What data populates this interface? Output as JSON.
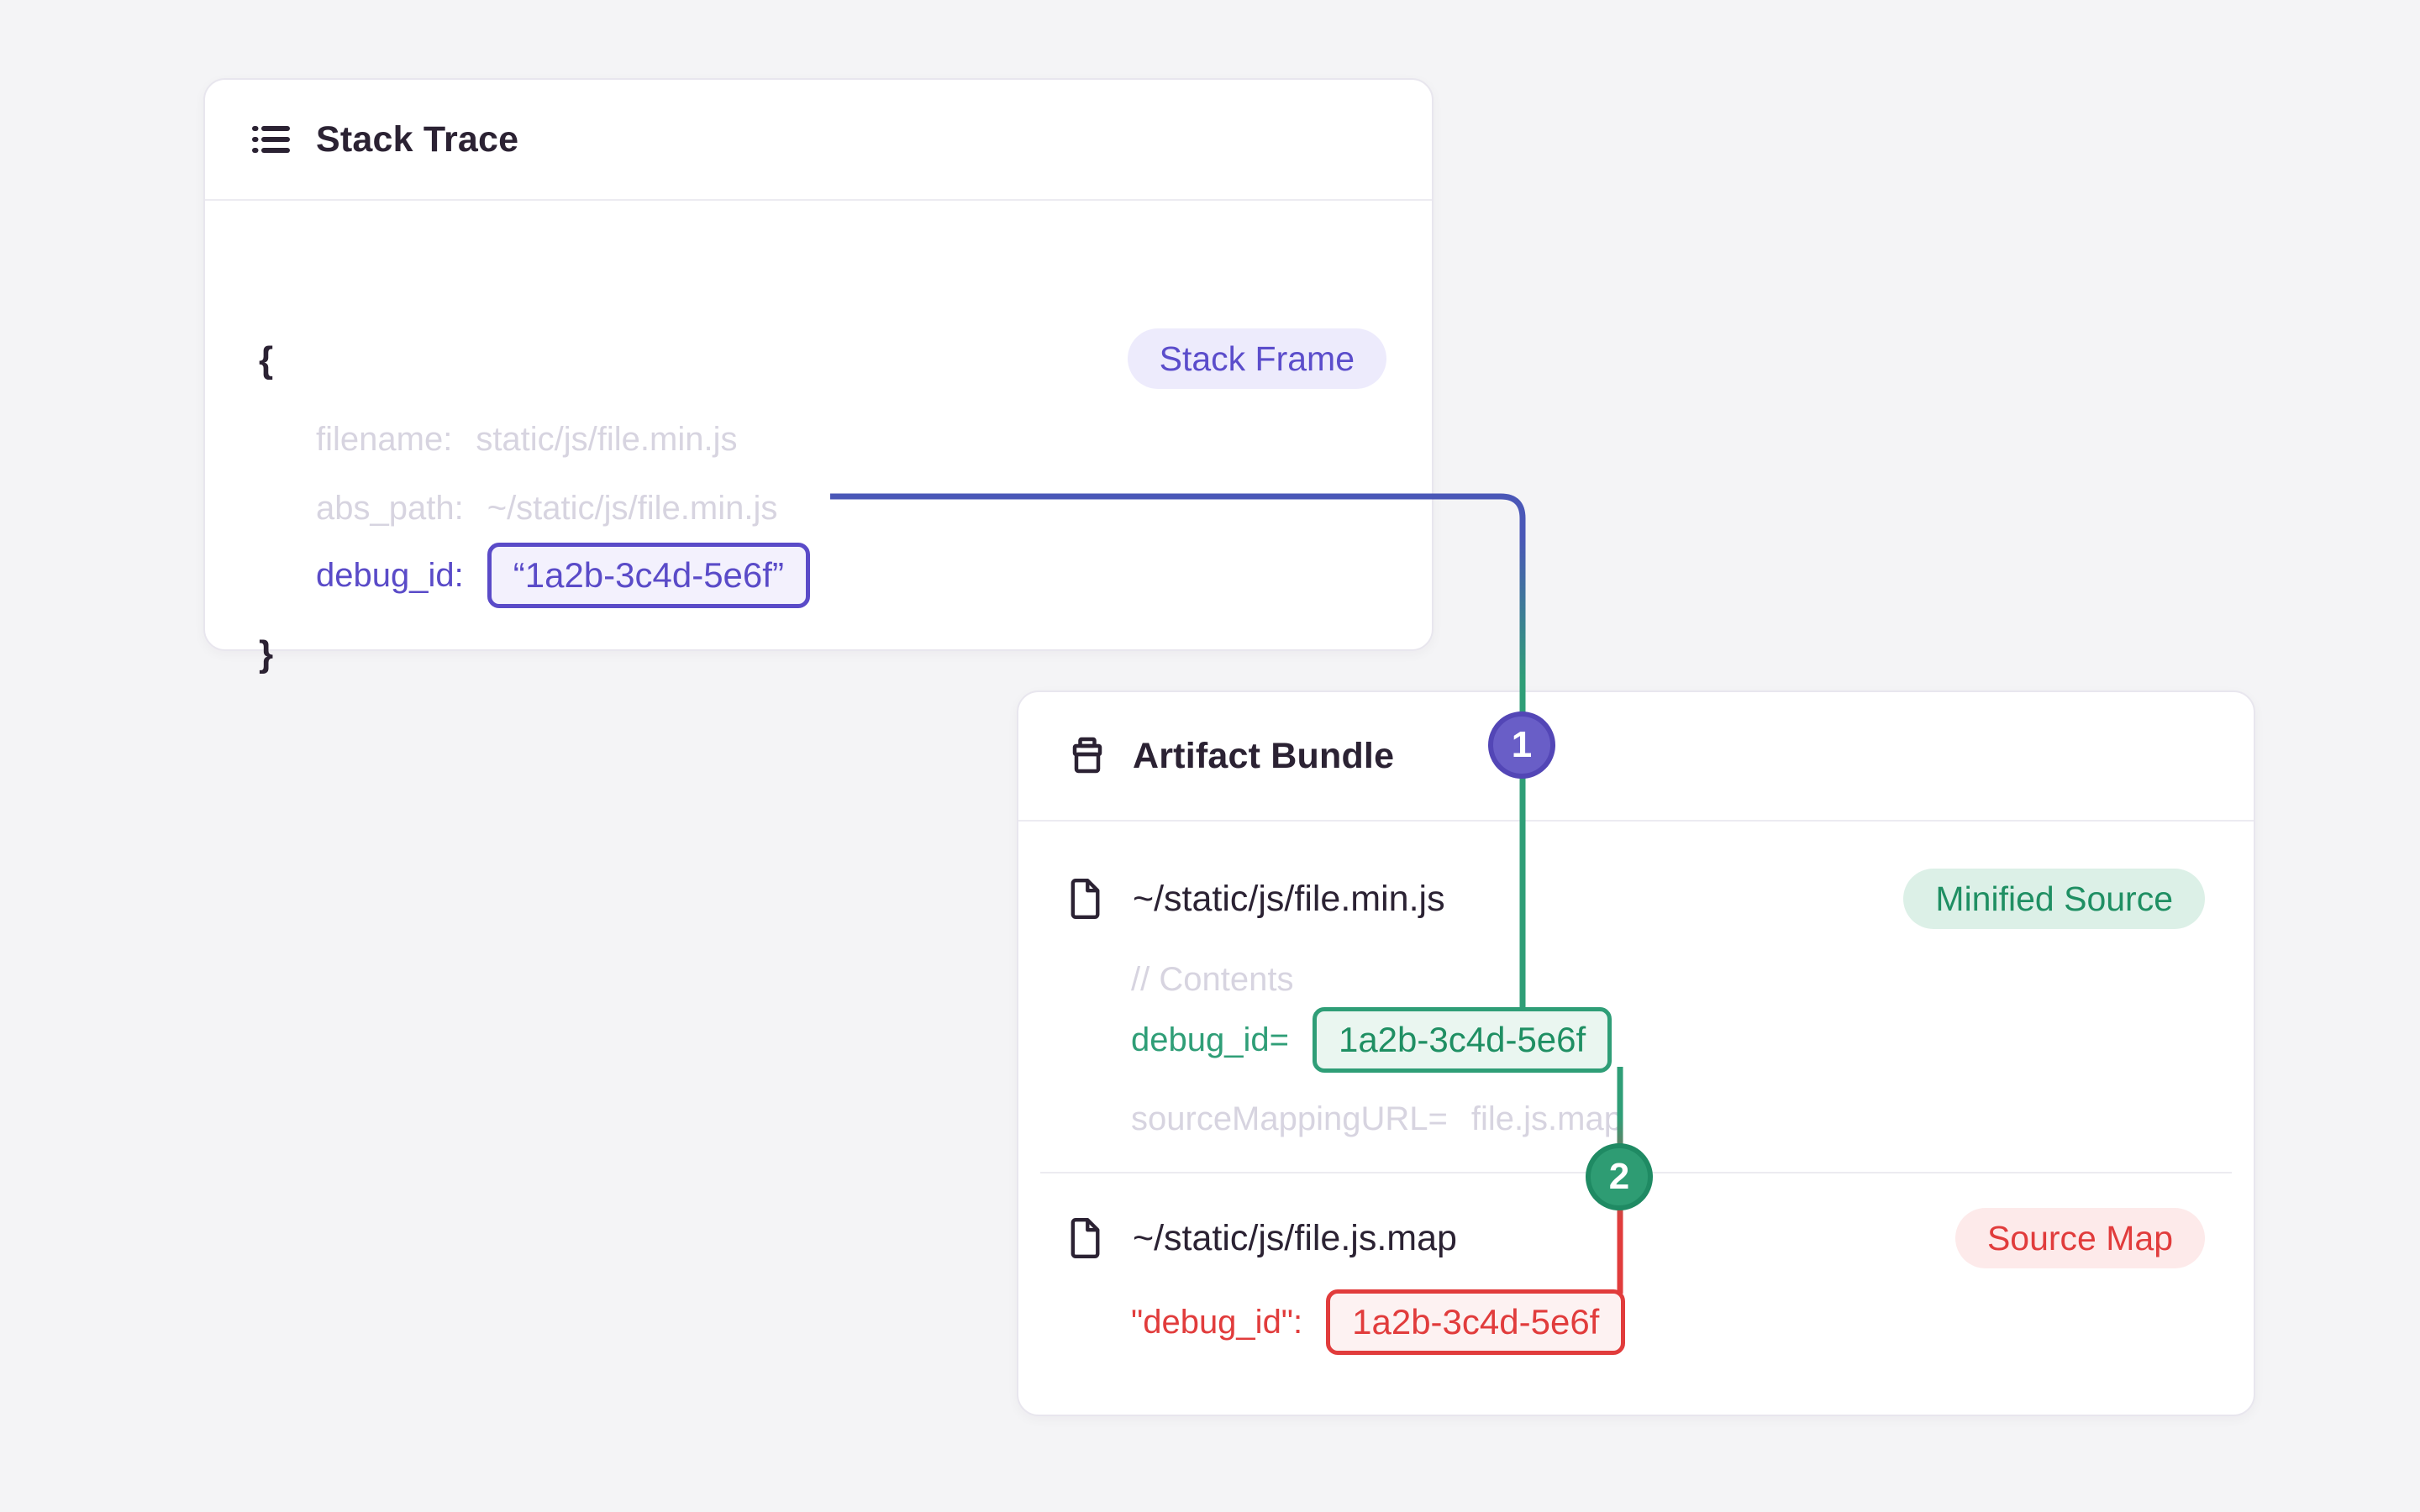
{
  "page": {
    "background": "#f4f4f6",
    "description_texts": {}
  },
  "accents": {
    "purple": "#5a4bc8",
    "purple_line": "#4a57b7",
    "green": "#2f9e77",
    "red": "#e13c3c",
    "ink": "#2b2233",
    "muted_text": "#d7d4e0"
  },
  "stack": {
    "title": "Stack Trace",
    "icon": "list-icon",
    "badge": "Stack Frame",
    "brace_open": "{",
    "brace_close": "}",
    "rows": [
      {
        "label": "filename:",
        "value": "static/js/file.min.js"
      },
      {
        "label": "abs_path:",
        "value": "~/static/js/file.min.js"
      }
    ],
    "debug": {
      "label": "debug_id:",
      "value": "“1a2b-3c4d-5e6f”"
    }
  },
  "artifact": {
    "title": "Artifact Bundle",
    "icon": "archive-icon",
    "files": [
      {
        "icon": "file-icon",
        "name": "~/static/js/file.min.js",
        "badge": "Minified Source",
        "comment": "// Contents",
        "debug_label": "debug_id=",
        "debug_value": "1a2b-3c4d-5e6f",
        "mapping_label": "sourceMappingURL=",
        "mapping_value": "file.js.map"
      },
      {
        "icon": "file-icon",
        "name": "~/static/js/file.js.map",
        "badge": "Source Map",
        "debug_label": "\"debug_id\":",
        "debug_value": "1a2b-3c4d-5e6f"
      }
    ]
  },
  "markers": [
    "1",
    "2"
  ]
}
